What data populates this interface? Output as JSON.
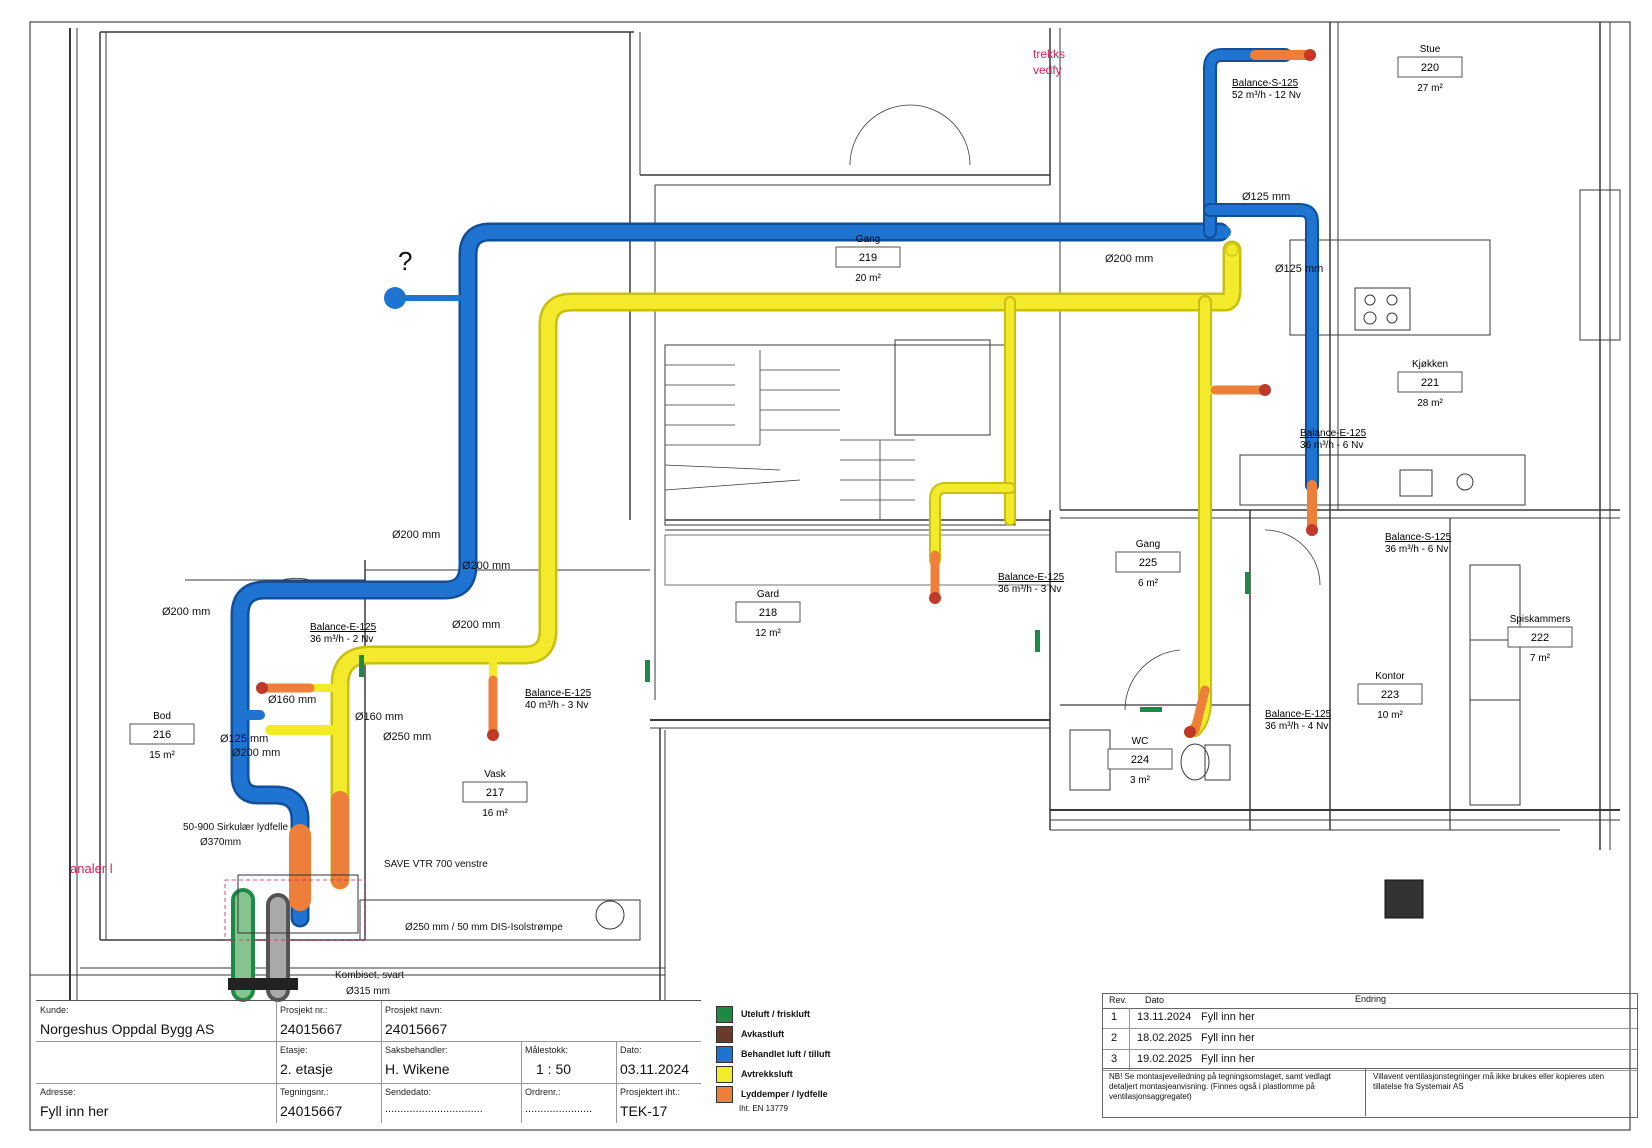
{
  "colors": {
    "supply": "#1f74d2",
    "supply_dark": "#0f4f9c",
    "extract": "#f2ea2a",
    "extract_dark": "#c8bf10",
    "silencer": "#ee7f3a",
    "outdoor": "#1c8a46",
    "exhaust": "#6b3a2a",
    "mark_red": "#d61f5a"
  },
  "rooms": [
    {
      "name": "Stue",
      "num": "220",
      "area": "27 m²"
    },
    {
      "name": "Gang",
      "num": "219",
      "area": "20 m²"
    },
    {
      "name": "Kjøkken",
      "num": "221",
      "area": "28 m²"
    },
    {
      "name": "Gang",
      "num": "225",
      "area": "6 m²"
    },
    {
      "name": "Gard",
      "num": "218",
      "area": "12 m²"
    },
    {
      "name": "Spiskammers",
      "num": "222",
      "area": "7 m²"
    },
    {
      "name": "Kontor",
      "num": "223",
      "area": "10 m²"
    },
    {
      "name": "WC",
      "num": "224",
      "area": "3 m²"
    },
    {
      "name": "Bod",
      "num": "216",
      "area": "15 m²"
    },
    {
      "name": "Vask",
      "num": "217",
      "area": "16 m²"
    }
  ],
  "duct_labels": {
    "d200_top": "Ø200 mm",
    "d125_top": "Ø125 mm",
    "d125_mid": "Ø125 mm",
    "d200_left1": "Ø200 mm",
    "d200_left2": "Ø200 mm",
    "d200_left3": "Ø200 mm",
    "d200_yellow": "Ø200 mm",
    "d160_a": "Ø160 mm",
    "d160_b": "Ø160 mm",
    "d250": "Ø250 mm",
    "d125_bod": "Ø125 mm",
    "d200_bod": "Ø200 mm",
    "silencer_a": "50-900 Sirkulær lydfelle",
    "silencer_b": "Ø370mm",
    "unit": "SAVE VTR 700 venstre",
    "iso": "Ø250 mm  / 50 mm  DIS-Isolstrømpe",
    "roof_a": "Kombiset, svart",
    "roof_b": "Ø315 mm",
    "question": "?",
    "red_top_a": "trekks",
    "red_top_b": "vedfy",
    "red_left": "analer l"
  },
  "valves": [
    {
      "name": "Balance-S-125",
      "flow": "52 m³/h - 12 Nv"
    },
    {
      "name": "Balance-E-125",
      "flow": "36 m³/h - 6 Nv"
    },
    {
      "name": "Balance-S-125",
      "flow": "36 m³/h - 6 Nv"
    },
    {
      "name": "Balance-E-125",
      "flow": "36 m³/h - 3 Nv"
    },
    {
      "name": "Balance-E-125",
      "flow": "36 m³/h - 2 Nv"
    },
    {
      "name": "Balance-E-125",
      "flow": "40 m³/h - 3 Nv"
    },
    {
      "name": "Balance-E-125",
      "flow": "36 m³/h - 4 Nv"
    }
  ],
  "title_block": {
    "kunde_label": "Kunde:",
    "kunde": "Norgeshus Oppdal Bygg AS",
    "prosjekt_nr_label": "Prosjekt nr.:",
    "prosjekt_nr": "24015667",
    "prosjekt_navn_label": "Prosjekt navn:",
    "prosjekt_navn": "24015667",
    "etasje_label": "Etasje:",
    "etasje": "2. etasje",
    "saksbehandler_label": "Saksbehandler:",
    "saksbehandler": "H. Wikene",
    "malestokk_label": "Målestokk:",
    "malestokk": "1 : 50",
    "dato_label": "Dato:",
    "dato": "03.11.2024",
    "adresse_label": "Adresse:",
    "adresse": "Fyll inn her",
    "tegningsnr_label": "Tegningsnr.:",
    "tegningsnr": "24015667",
    "sendedato_label": "Sendedato:",
    "sendedato": "................................",
    "ordrenr_label": "Ordrenr.:",
    "ordrenr": "......................",
    "prosjektert_label": "Prosjektert iht.:",
    "prosjektert": "TEK-17"
  },
  "legend": [
    {
      "label": "Uteluft / friskluft",
      "color": "#1c8a46"
    },
    {
      "label": "Avkastluft",
      "color": "#6b3a2a"
    },
    {
      "label": "Behandlet luft / tilluft",
      "color": "#1f74d2"
    },
    {
      "label": "Avtrekksluft",
      "color": "#f2ea2a"
    },
    {
      "label": "Lyddemper / lydfelle",
      "color": "#ee7f3a"
    }
  ],
  "legend_note": "Iht. EN 13779",
  "revisions": {
    "rev_header": "Rev.",
    "date_header": "Dato",
    "change_header": "Endring",
    "rows": [
      {
        "rev": "1",
        "date": "13.11.2024",
        "text": "Fyll inn her"
      },
      {
        "rev": "2",
        "date": "18.02.2025",
        "text": "Fyll inn her"
      },
      {
        "rev": "3",
        "date": "19.02.2025",
        "text": "Fyll inn her"
      }
    ],
    "note_left": "NB! Se montasjeveiledning på tegningsomslaget, samt vedlagt detaljert montasjeanvisning. (Finnes også i plastlomme på ventilasjonsaggregatet)",
    "note_right": "Villavent ventilasjonstegninger må ikke brukes eller kopieres uten tillatelse fra Systemair AS"
  }
}
